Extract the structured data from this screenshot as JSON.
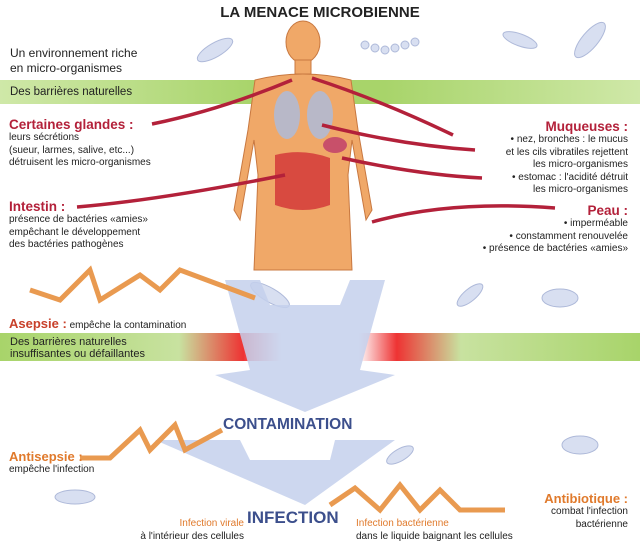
{
  "title": "LA MENACE MICROBIENNE",
  "environment": [
    "Un environnement riche",
    "en micro-organismes"
  ],
  "band1": "Des barrières naturelles",
  "glandes": {
    "title": "Certaines glandes :",
    "lines": [
      "leurs sécrétions",
      "(sueur, larmes, salive, etc...)",
      "détruisent les micro-organismes"
    ]
  },
  "intestin": {
    "title": "Intestin :",
    "lines": [
      "présence de bactéries «amies»",
      "empêchant le développement",
      "des bactéries pathogènes"
    ]
  },
  "muqueuses": {
    "title": "Muqueuses :",
    "lines": [
      "• nez, bronches : le mucus",
      "et les cils vibratiles rejettent",
      "les micro-organismes",
      "• estomac : l'acidité détruit",
      "les micro-organismes"
    ]
  },
  "peau": {
    "title": "Peau :",
    "lines": [
      "• imperméable",
      "• constamment renouvelée",
      "• présence de bactéries «amies»"
    ]
  },
  "asepsie": {
    "title": "Asepsie :",
    "text": " empêche la contamination"
  },
  "band2": [
    "Des barrières naturelles",
    "insuffisantes ou défaillantes"
  ],
  "contamination": "CONTAMINATION",
  "antisepsie": {
    "title": "Antisepsie :",
    "text": "empêche l'infection"
  },
  "infection": "INFECTION",
  "virale": {
    "title": "Infection virale",
    "text": "à l'intérieur des cellules"
  },
  "bacterienne": {
    "title": "Infection bactérienne",
    "text": "dans le liquide baignant les cellules"
  },
  "antibiotique": {
    "title": "Antibiotique :",
    "lines": [
      "combat l'infection",
      "bactérienne"
    ]
  },
  "colors": {
    "red": "#b3213a",
    "orange": "#e07a2c",
    "green": "#a8d46a",
    "blue": "#3c4f8c",
    "skin": "#f0a868"
  }
}
